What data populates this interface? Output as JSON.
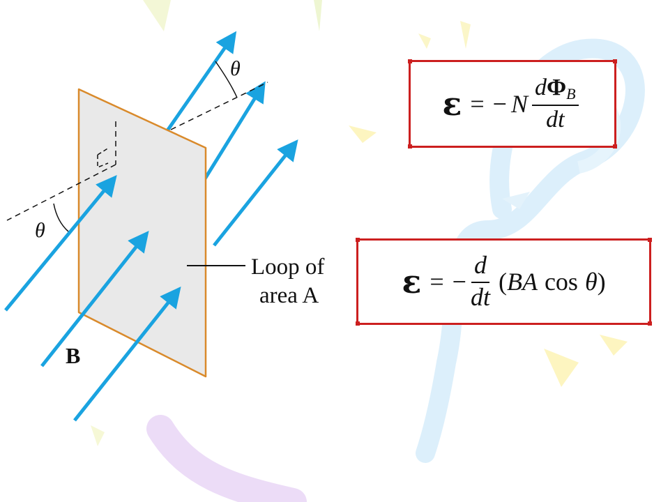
{
  "diagram": {
    "theta_top": "θ",
    "theta_left": "θ",
    "field_label": "B",
    "loop_label_line1": "Loop of",
    "loop_label_line2": "area A"
  },
  "equation1": {
    "emf": "ε",
    "equals": "=",
    "minus": "−",
    "N": "N",
    "num_d": "d",
    "num_phi": "Φ",
    "num_sub": "B",
    "den": "dt"
  },
  "equation2": {
    "emf": "ε",
    "equals": "=",
    "minus": "−",
    "num": "d",
    "den": "dt",
    "paren_open": "(",
    "BA": "BA",
    "cos": "cos",
    "theta": "θ",
    "paren_close": ")"
  },
  "colors": {
    "arrow": "#1aa3e0",
    "loop_edge": "#d98a2b",
    "loop_fill": "#e9e9e9",
    "box_border": "#cc1f1f"
  }
}
